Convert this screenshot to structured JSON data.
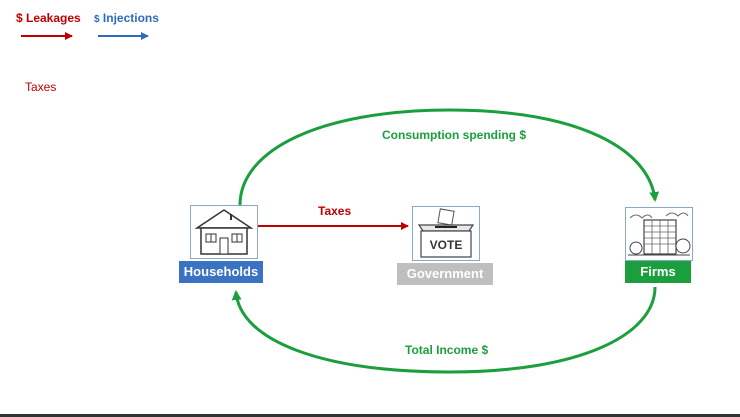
{
  "legend": {
    "leakages": "$ Leakages",
    "injections_symbol": "$",
    "injections": "Injections",
    "leak_color": "#c00000",
    "inj_color": "#2e6bbf"
  },
  "side_note": "Taxes",
  "nodes": {
    "households": {
      "label": "Households",
      "color": "#3a72c4",
      "icon": "house-icon"
    },
    "government": {
      "label": "Government",
      "color": "#bfbfbf",
      "icon": "ballot-box-icon"
    },
    "firms": {
      "label": "Firms",
      "color": "#1a9f3c",
      "icon": "office-building-icon"
    }
  },
  "flows": {
    "consumption": "Consumption spending $",
    "taxes": "Taxes",
    "income": "Total Income $"
  },
  "ballot_text": "VOTE"
}
